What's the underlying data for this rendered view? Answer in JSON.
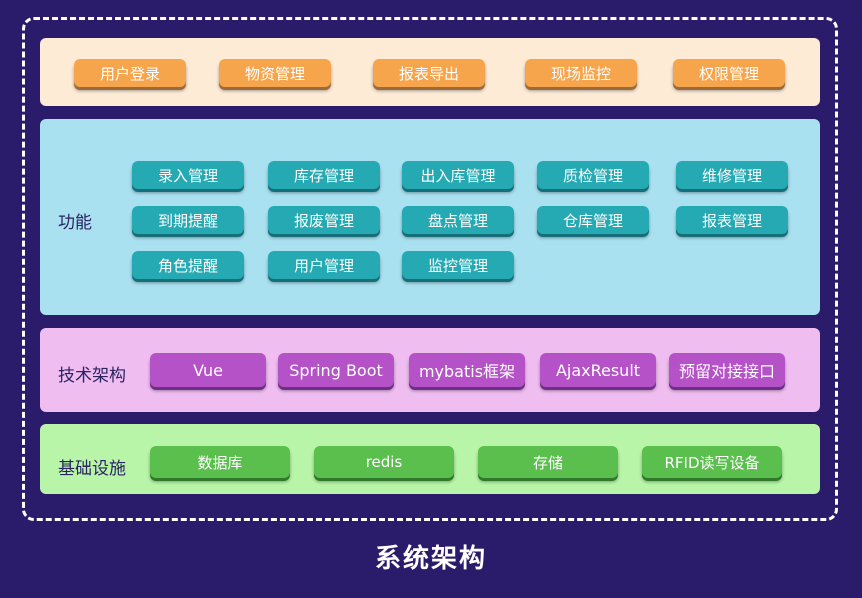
{
  "top_layer": {
    "items": [
      "用户登录",
      "物资管理",
      "报表导出",
      "现场监控",
      "权限管理"
    ]
  },
  "function_layer": {
    "label": "功能",
    "items": [
      "录入管理",
      "库存管理",
      "出入库管理",
      "质检管理",
      "维修管理",
      "到期提醒",
      "报废管理",
      "盘点管理",
      "仓库管理",
      "报表管理",
      "角色提醒",
      "用户管理",
      "监控管理"
    ]
  },
  "tech_layer": {
    "label": "技术架构",
    "items": [
      "Vue",
      "Spring Boot",
      "mybatis框架",
      "AjaxResult",
      "预留对接接口"
    ]
  },
  "base_layer": {
    "label": "基础设施",
    "items": [
      "数据库",
      "redis",
      "存储",
      "RFID读写设备"
    ]
  },
  "caption": "系统架构",
  "colors": {
    "background": "#2b1b6b",
    "top_layer": "#fdebd6",
    "function_layer": "#a9e1f0",
    "tech_layer": "#efbdf0",
    "base_layer": "#b9f5a8",
    "orange_button": "#f7a54d",
    "teal_button": "#25a9b3",
    "purple_button": "#b552c8",
    "green_button": "#5bbf4e"
  }
}
